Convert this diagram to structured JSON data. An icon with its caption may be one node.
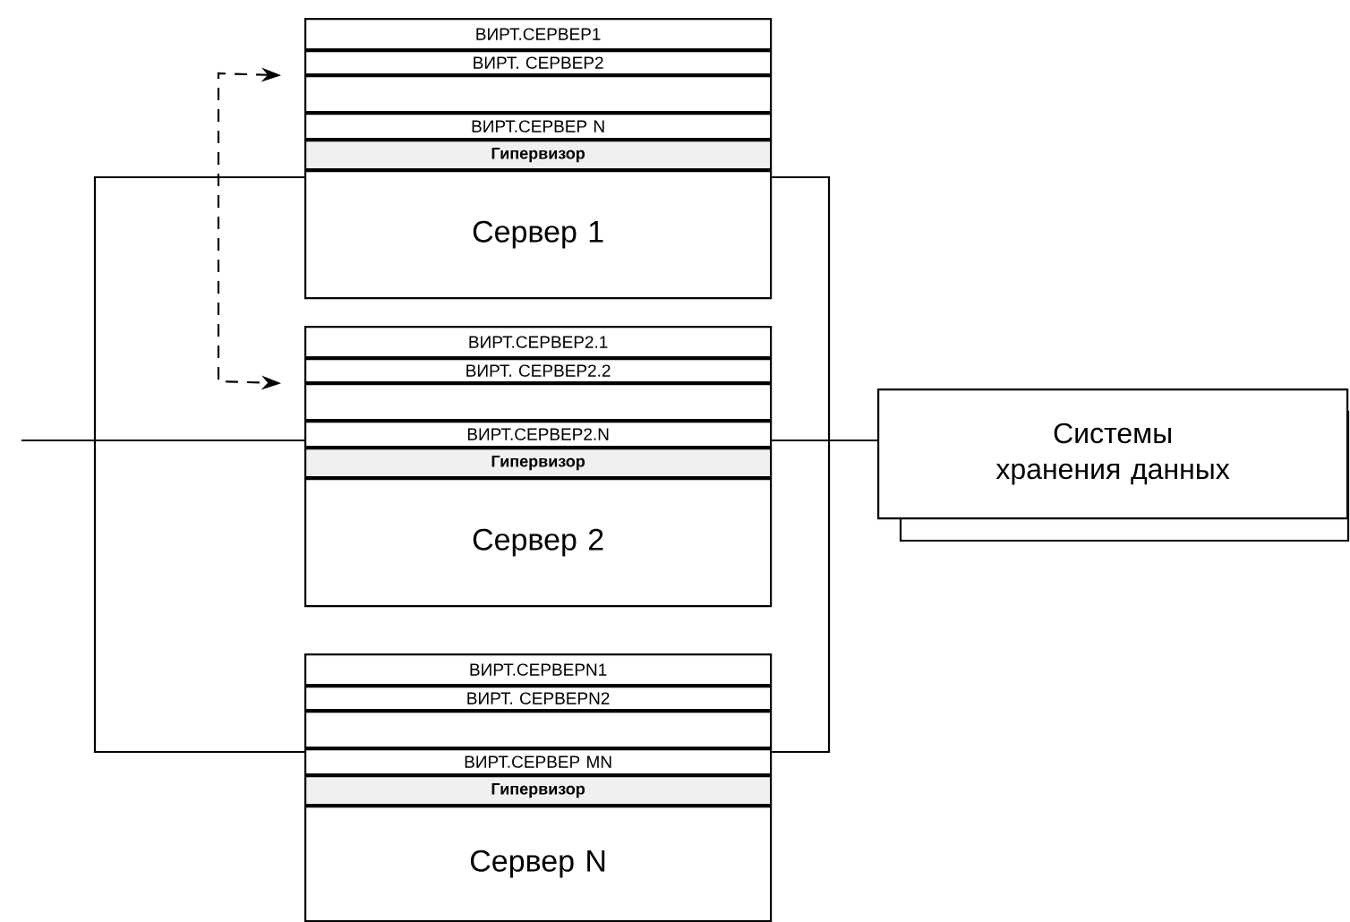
{
  "diagram": {
    "nodes": [
      {
        "text": [
          "ВИРТ.СЕРВЕР1"
        ]
      },
      {
        "text": [
          "ВИРТ. СЕРВЕР2"
        ]
      },
      {
        "text": [],
        "shape": "box"
      },
      {
        "text": [
          "ВИРТ.СЕРВЕР N"
        ]
      },
      {
        "text": [
          "Гипервизор"
        ]
      },
      {
        "text": [
          "Сервер 1"
        ]
      },
      {
        "text": [
          "ВИРТ.СЕРВЕР2.1"
        ]
      },
      {
        "text": [
          "ВИРТ. СЕРВЕР2.2"
        ]
      },
      {
        "text": [],
        "shape": "box"
      },
      {
        "text": [
          "ВИРТ.СЕРВЕР2.N"
        ]
      },
      {
        "text": [
          "Гипервизор"
        ]
      },
      {
        "text": [
          "Сервер 2"
        ]
      },
      {
        "text": [
          "ВИРТ.СЕРВЕРN1"
        ]
      },
      {
        "text": [
          "ВИРТ. СЕРВЕРN2"
        ]
      },
      {
        "text": [],
        "shape": "box"
      },
      {
        "text": [
          "ВИРТ.СЕРВЕР MN"
        ]
      },
      {
        "text": [
          "Гипервизор"
        ]
      },
      {
        "text": [
          "Сервер N"
        ]
      },
      {
        "text": [
          "Системы хранения данных"
        ]
      }
    ],
    "edges": [
      {
        "from": 1,
        "to": 7,
        "arrow": "both",
        "style": "dashed"
      },
      {
        "from": 5,
        "to": 15,
        "arrow": "none"
      },
      {
        "from": 5,
        "to": 15,
        "arrow": "none"
      },
      {
        "from": null,
        "to": 9,
        "arrow": "none"
      },
      {
        "from": 9,
        "to": 18,
        "arrow": "none"
      }
    ]
  }
}
